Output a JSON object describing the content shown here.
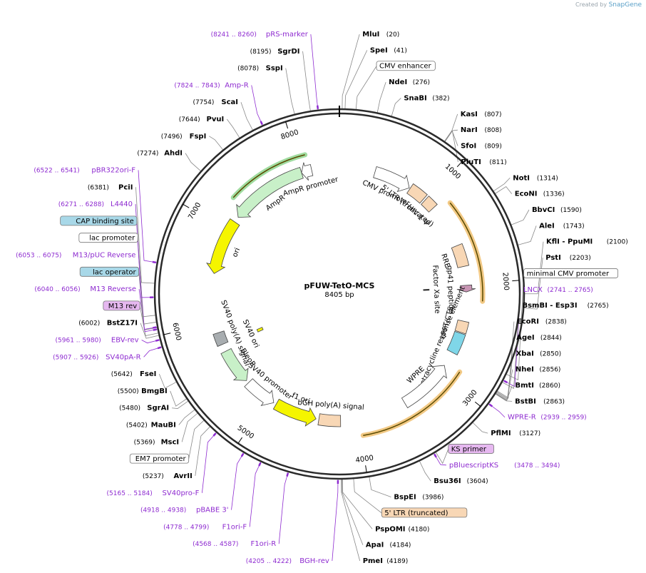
{
  "credit": {
    "prefix": "Created by",
    "brand": "SnapGene"
  },
  "plasmid": {
    "name": "pFUW-TetO-MCS",
    "length_label": "8405 bp",
    "length": 8405
  },
  "ticks": [
    {
      "bp": 1000,
      "label": "1000"
    },
    {
      "bp": 2000,
      "label": "2000"
    },
    {
      "bp": 3000,
      "label": "3000"
    },
    {
      "bp": 4000,
      "label": "4000"
    },
    {
      "bp": 5000,
      "label": "5000"
    },
    {
      "bp": 6000,
      "label": "6000"
    },
    {
      "bp": 7000,
      "label": "7000"
    },
    {
      "bp": 8000,
      "label": "8000"
    }
  ],
  "sites_right": [
    {
      "name": "MluI",
      "pos": "(20)",
      "bp": 20
    },
    {
      "name": "SpeI",
      "pos": "(41)",
      "bp": 41
    },
    {
      "name": "CMV enhancer",
      "pos": "",
      "bp": 120,
      "feature": "enh"
    },
    {
      "name": "NdeI",
      "pos": "(276)",
      "bp": 276
    },
    {
      "name": "SnaBI",
      "pos": "(382)",
      "bp": 382
    },
    {
      "name": "KasI",
      "pos": "(807)",
      "bp": 807
    },
    {
      "name": "NarI",
      "pos": "(808)",
      "bp": 808
    },
    {
      "name": "SfoI",
      "pos": "(809)",
      "bp": 809
    },
    {
      "name": "PluTI",
      "pos": "(811)",
      "bp": 811
    },
    {
      "name": "NotI",
      "pos": "(1314)",
      "bp": 1314
    },
    {
      "name": "EcoNI",
      "pos": "(1336)",
      "bp": 1336
    },
    {
      "name": "BbvCI",
      "pos": "(1590)",
      "bp": 1590
    },
    {
      "name": "AleI",
      "pos": "(1743)",
      "bp": 1743
    },
    {
      "name": "KflI - PpuMI",
      "pos": "(2100)",
      "bp": 2100
    },
    {
      "name": "PstI",
      "pos": "(2203)",
      "bp": 2203
    },
    {
      "name": "minimal CMV promoter",
      "pos": "",
      "bp": 2700,
      "feature": "box"
    },
    {
      "name": "LNCX",
      "pos": "(2741 .. 2765)",
      "bp": 2750,
      "primer": true
    },
    {
      "name": "BsmBI - Esp3I",
      "pos": "(2765)",
      "bp": 2765
    },
    {
      "name": "EcoRI",
      "pos": "(2838)",
      "bp": 2838
    },
    {
      "name": "AgeI",
      "pos": "(2844)",
      "bp": 2844
    },
    {
      "name": "XbaI",
      "pos": "(2850)",
      "bp": 2850
    },
    {
      "name": "NheI",
      "pos": "(2856)",
      "bp": 2856
    },
    {
      "name": "BmtI",
      "pos": "(2860)",
      "bp": 2860
    },
    {
      "name": "BstBI",
      "pos": "(2863)",
      "bp": 2863
    },
    {
      "name": "WPRE-R",
      "pos": "(2939 .. 2959)",
      "bp": 2949,
      "primer": true
    },
    {
      "name": "PflMI",
      "pos": "(3127)",
      "bp": 3127
    },
    {
      "name": "KS primer",
      "pos": "",
      "bp": 3470,
      "feature": "ks"
    },
    {
      "name": "pBluescriptKS",
      "pos": "(3478 .. 3494)",
      "bp": 3486,
      "primer": true
    },
    {
      "name": "Bsu36I",
      "pos": "(3604)",
      "bp": 3604
    },
    {
      "name": "BspEI",
      "pos": "(3986)",
      "bp": 3986
    },
    {
      "name": "5' LTR (truncated)",
      "pos": "",
      "bp": 4100,
      "feature": "ltr"
    },
    {
      "name": "PspOMI",
      "pos": "(4180)",
      "bp": 4180
    },
    {
      "name": "ApaI",
      "pos": "(4184)",
      "bp": 4184
    },
    {
      "name": "PmeI",
      "pos": "(4189)",
      "bp": 4189
    }
  ],
  "sites_left": [
    {
      "name": "BGH-rev",
      "pos": "(4205 .. 4222)",
      "bp": 4213,
      "primer": true
    },
    {
      "name": "F1ori-R",
      "pos": "(4568 .. 4587)",
      "bp": 4577,
      "primer": true
    },
    {
      "name": "F1ori-F",
      "pos": "(4778 .. 4799)",
      "bp": 4788,
      "primer": true
    },
    {
      "name": "pBABE 3'",
      "pos": "(4918 .. 4938)",
      "bp": 4928,
      "primer": true
    },
    {
      "name": "SV40pro-F",
      "pos": "(5165 .. 5184)",
      "bp": 5174,
      "primer": true
    },
    {
      "name": "AvrII",
      "pos": "(5237)",
      "bp": 5237
    },
    {
      "name": "EM7 promoter",
      "pos": "",
      "bp": 5300,
      "feature": "box"
    },
    {
      "name": "MscI",
      "pos": "(5369)",
      "bp": 5369
    },
    {
      "name": "MauBI",
      "pos": "(5402)",
      "bp": 5402
    },
    {
      "name": "SgrAI",
      "pos": "(5480)",
      "bp": 5480
    },
    {
      "name": "BmgBI",
      "pos": "(5500)",
      "bp": 5500
    },
    {
      "name": "FseI",
      "pos": "(5642)",
      "bp": 5642
    },
    {
      "name": "SV40pA-R",
      "pos": "(5907 .. 5926)",
      "bp": 5916,
      "primer": true
    },
    {
      "name": "EBV-rev",
      "pos": "(5961 .. 5980)",
      "bp": 5970,
      "primer": true
    },
    {
      "name": "BstZ17I",
      "pos": "(6002)",
      "bp": 6002
    },
    {
      "name": "M13 rev",
      "pos": "",
      "bp": 6020,
      "feature": "m13"
    },
    {
      "name": "M13 Reverse",
      "pos": "(6040 .. 6056)",
      "bp": 6048,
      "primer": true
    },
    {
      "name": "lac operator",
      "pos": "",
      "bp": 6060,
      "feature": "lacop"
    },
    {
      "name": "M13/pUC Reverse",
      "pos": "(6053 .. 6075)",
      "bp": 6064,
      "primer": true
    },
    {
      "name": "lac promoter",
      "pos": "",
      "bp": 6100,
      "feature": "box"
    },
    {
      "name": "CAP binding site",
      "pos": "",
      "bp": 6150,
      "feature": "cap"
    },
    {
      "name": "L4440",
      "pos": "(6271 .. 6288)",
      "bp": 6280,
      "primer": true
    },
    {
      "name": "PciI",
      "pos": "(6381)",
      "bp": 6381
    },
    {
      "name": "pBR322ori-F",
      "pos": "(6522 .. 6541)",
      "bp": 6531,
      "primer": true
    },
    {
      "name": "AhdI",
      "pos": "(7274)",
      "bp": 7274
    },
    {
      "name": "FspI",
      "pos": "(7496)",
      "bp": 7496
    },
    {
      "name": "PvuI",
      "pos": "(7644)",
      "bp": 7644
    },
    {
      "name": "ScaI",
      "pos": "(7754)",
      "bp": 7754
    },
    {
      "name": "Amp-R",
      "pos": "(7824 .. 7843)",
      "bp": 7833,
      "primer": true
    },
    {
      "name": "SspI",
      "pos": "(8078)",
      "bp": 8078
    },
    {
      "name": "SgrDI",
      "pos": "(8195)",
      "bp": 8195
    },
    {
      "name": "pRS-marker",
      "pos": "(8241 .. 8260)",
      "bp": 8250,
      "primer": true
    }
  ],
  "features": [
    {
      "name": "CMV promoter",
      "start": 380,
      "end": 780,
      "dir": 1,
      "color": "#ffffff",
      "track": 1
    },
    {
      "name": "5' LTR (truncated)",
      "start": 790,
      "end": 970,
      "dir": 0,
      "color": "#f8d7b5",
      "track": 1
    },
    {
      "name": "HIV-1 Ψ",
      "start": 990,
      "end": 1110,
      "dir": 0,
      "color": "#f8d7b5",
      "track": 1
    },
    {
      "name": "RRE",
      "start": 1580,
      "end": 1810,
      "dir": 0,
      "color": "#f8d7b5",
      "track": 1
    },
    {
      "name": "gp41 peptide",
      "start": 2010,
      "end": 2080,
      "dir": 1,
      "color": "#c896b4",
      "track": 1
    },
    {
      "name": "cPPT/CTS",
      "start": 2390,
      "end": 2510,
      "dir": 0,
      "color": "#f8d7b5",
      "track": 1
    },
    {
      "name": "tetracycline response element",
      "start": 2520,
      "end": 2740,
      "dir": 0,
      "color": "#7fd6e8",
      "track": 1
    },
    {
      "name": "WPRE",
      "start": 2900,
      "end": 3480,
      "dir": -1,
      "color": "#ffffff",
      "track": 1
    },
    {
      "name": "bGH poly(A) signal",
      "start": 4190,
      "end": 4420,
      "dir": 0,
      "color": "#f8d7b5",
      "track": 1
    },
    {
      "name": "f1 ori",
      "start": 4450,
      "end": 4900,
      "dir": -1,
      "color": "#f5f500",
      "track": 1
    },
    {
      "name": "SV40 promoter",
      "start": 4930,
      "end": 5270,
      "dir": -1,
      "color": "#ffffff",
      "track": 1
    },
    {
      "name": "BleoR",
      "start": 5300,
      "end": 5680,
      "dir": -1,
      "color": "#c8f0c8",
      "track": 1
    },
    {
      "name": "SV40 poly(A) signal",
      "start": 5760,
      "end": 5890,
      "dir": 0,
      "color": "#a8adb0",
      "track": 1
    },
    {
      "name": "ori",
      "start": 6520,
      "end": 7110,
      "dir": -1,
      "color": "#f5f500",
      "track": 1
    },
    {
      "name": "AmpR",
      "start": 7170,
      "end": 8000,
      "dir": -1,
      "color": "#c8f0c8",
      "track": 1
    },
    {
      "name": "AmpR promoter",
      "start": 8000,
      "end": 8110,
      "dir": -1,
      "color": "#ffffff",
      "track": 1
    },
    {
      "name": "SV40 ori",
      "start": 5720,
      "end": 5760,
      "dir": 0,
      "color": "#f5f500",
      "track": 2
    },
    {
      "name": "Factor Xa site",
      "start": 2030,
      "end": 2045,
      "dir": 0,
      "color": "#000000",
      "track": 2
    }
  ],
  "orf_arcs": [
    {
      "start": 1180,
      "end": 2170,
      "color": "#f0c070"
    },
    {
      "start": 2870,
      "end": 3980,
      "color": "#f0c070"
    },
    {
      "start": 7290,
      "end": 8080,
      "color": "#8fd68f"
    }
  ],
  "colors": {
    "backbone": "#2b2b2b",
    "primer": "#8e2bd0",
    "enzyme": "#000000"
  }
}
